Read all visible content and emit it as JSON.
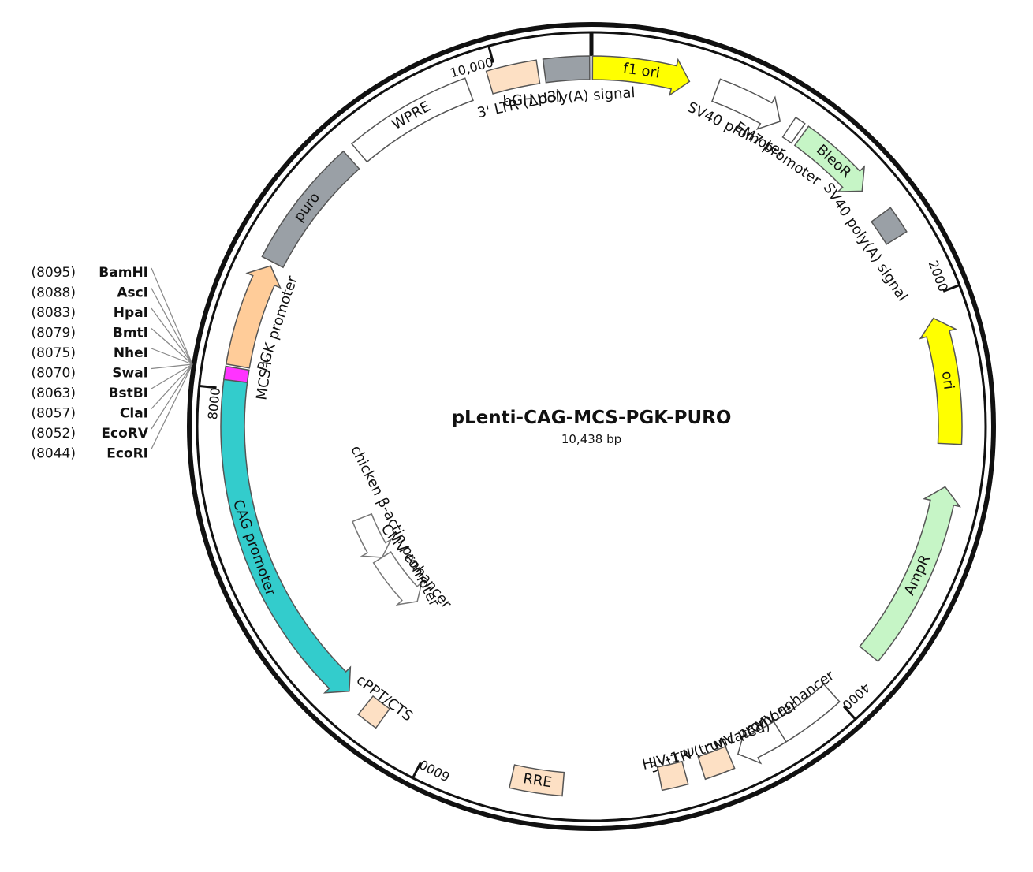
{
  "plasmid": {
    "name": "pLenti-CAG-MCS-PGK-PURO",
    "length_label": "10,438 bp",
    "length_bp": 10438
  },
  "ticks": [
    {
      "bp": 0,
      "label": ""
    },
    {
      "bp": 2000,
      "label": "2000"
    },
    {
      "bp": 4000,
      "label": "4000"
    },
    {
      "bp": 6000,
      "label": "6000"
    },
    {
      "bp": 8000,
      "label": "8000"
    },
    {
      "bp": 10000,
      "label": "10,000"
    }
  ],
  "features": [
    {
      "id": "f1-ori",
      "label": "f1 ori",
      "start": 5,
      "end": 460,
      "color": "#ffff00",
      "arrow": "cw",
      "label_inside": true
    },
    {
      "id": "sv40-promoter",
      "label": "SV40 promoter",
      "start": 590,
      "end": 920,
      "color": "#ffffff",
      "arrow": "cw",
      "label_inside": false
    },
    {
      "id": "em7-promoter",
      "label": "EM7 promoter",
      "start": 970,
      "end": 1020,
      "color": "#ffffff",
      "arrow": "cw",
      "label_inside": false
    },
    {
      "id": "bleor",
      "label": "BleoR",
      "start": 1040,
      "end": 1420,
      "color": "#c6f5c6",
      "arrow": "cw",
      "label_inside": true
    },
    {
      "id": "sv40-polya",
      "label": "SV40 poly(A) signal",
      "start": 1560,
      "end": 1690,
      "color": "#9aa0a6",
      "arrow": "none",
      "label_inside": false
    },
    {
      "id": "ori",
      "label": "ori",
      "start": 2100,
      "end": 2690,
      "color": "#ffff00",
      "arrow": "ccw",
      "label_inside": true
    },
    {
      "id": "ampr",
      "label": "AmpR",
      "start": 2890,
      "end": 3750,
      "color": "#c6f5c6",
      "arrow": "ccw",
      "label_inside": true
    },
    {
      "id": "cmv-enhancer-1",
      "label": "CMV enhancer",
      "start": 4000,
      "end": 4370,
      "color": "#ffffff",
      "arrow": "none",
      "label_inside": false
    },
    {
      "id": "cmv-promoter-1",
      "label": "CMV promoter",
      "start": 4300,
      "end": 4520,
      "color": "#ffffff",
      "arrow": "cw",
      "label_inside": false
    },
    {
      "id": "ltr-5",
      "label": "5' LTR (truncated)",
      "start": 4560,
      "end": 4700,
      "color": "#fde0c4",
      "arrow": "none",
      "label_inside": false
    },
    {
      "id": "hiv-psi",
      "label": "HIV-1 Ψ",
      "start": 4780,
      "end": 4900,
      "color": "#fde0c4",
      "arrow": "none",
      "label_inside": false
    },
    {
      "id": "rre",
      "label": "RRE",
      "start": 5350,
      "end": 5590,
      "color": "#fde0c4",
      "arrow": "none",
      "label_inside": true
    },
    {
      "id": "cppt",
      "label": "cPPT/CTS",
      "start": 6250,
      "end": 6350,
      "color": "#fde0c4",
      "arrow": "none",
      "label_inside": false
    },
    {
      "id": "cag-promoter",
      "label": "CAG promoter",
      "start": 6450,
      "end": 8060,
      "color": "#33cccc",
      "arrow": "ccw",
      "label_inside": true
    },
    {
      "id": "mcs",
      "label": "MCS+",
      "start": 8040,
      "end": 8100,
      "color": "#ff33ff",
      "arrow": "none",
      "label_inside": false
    },
    {
      "id": "pgk-promoter",
      "label": "PGK promoter",
      "start": 8110,
      "end": 8600,
      "color": "#ffcc99",
      "arrow": "cw",
      "label_inside": false
    },
    {
      "id": "puro",
      "label": "puro",
      "start": 8620,
      "end": 9220,
      "color": "#9aa0a6",
      "arrow": "none",
      "label_inside": true
    },
    {
      "id": "wpre",
      "label": "WPRE",
      "start": 9270,
      "end": 9860,
      "color": "#ffffff",
      "arrow": "none",
      "label_inside": true
    },
    {
      "id": "ltr-3",
      "label": "3' LTR (ΔU3)",
      "start": 9960,
      "end": 10190,
      "color": "#fde0c4",
      "arrow": "none",
      "label_inside": false
    },
    {
      "id": "bgh-polya",
      "label": "bGH poly(A) signal",
      "start": 10220,
      "end": 10430,
      "color": "#9aa0a6",
      "arrow": "none",
      "label_inside": false
    }
  ],
  "inner_features": [
    {
      "id": "cmv-enhancer-2",
      "label": "CMV enhancer",
      "start": 6520,
      "end": 6900,
      "color": "#ffffff",
      "arrow": "ccw"
    },
    {
      "id": "chicken-actin",
      "label": "chicken β-actin promoter",
      "start": 6900,
      "end": 7200,
      "color": "#ffffff",
      "arrow": "ccw"
    }
  ],
  "sites": [
    {
      "pos": "(8095)",
      "name": "BamHI"
    },
    {
      "pos": "(8088)",
      "name": "AscI"
    },
    {
      "pos": "(8083)",
      "name": "HpaI"
    },
    {
      "pos": "(8079)",
      "name": "BmtI"
    },
    {
      "pos": "(8075)",
      "name": "NheI"
    },
    {
      "pos": "(8070)",
      "name": "SwaI"
    },
    {
      "pos": "(8063)",
      "name": "BstBI"
    },
    {
      "pos": "(8057)",
      "name": "ClaI"
    },
    {
      "pos": "(8052)",
      "name": "EcoRV"
    },
    {
      "pos": "(8044)",
      "name": "EcoRI"
    }
  ]
}
